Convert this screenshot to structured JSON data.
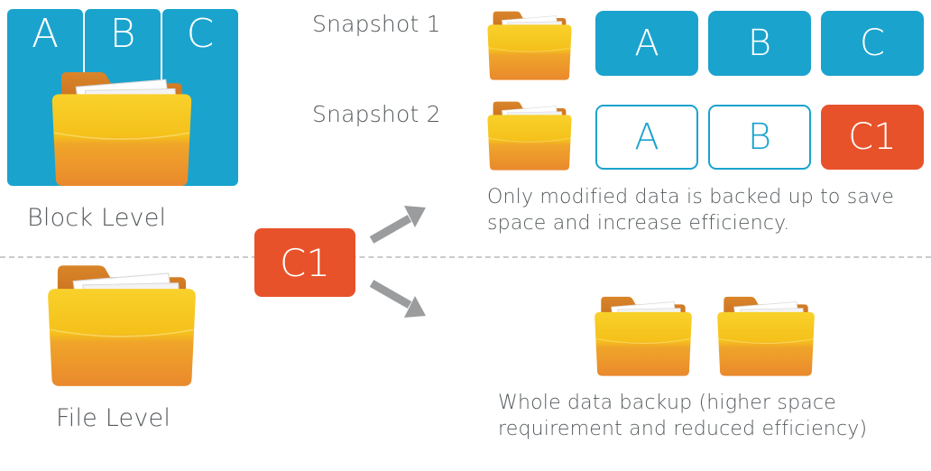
{
  "block_level": {
    "columns": [
      "A",
      "B",
      "C"
    ],
    "label": "Block Level"
  },
  "file_level": {
    "label": "File Level"
  },
  "modified_block": "C1",
  "snapshots": [
    {
      "label": "Snapshot 1",
      "blocks": [
        "A",
        "B",
        "C"
      ],
      "styles": [
        "filled",
        "filled",
        "filled"
      ]
    },
    {
      "label": "Snapshot 2",
      "blocks": [
        "A",
        "B",
        "C1"
      ],
      "styles": [
        "outline",
        "outline",
        "changed"
      ]
    }
  ],
  "block_note": "Only modified data is backed up to save space and increase efficiency.",
  "file_note": "Whole data backup (higher space requirement and reduced efficiency)",
  "colors": {
    "block_blue": "#1aa3cd",
    "changed_orange": "#e8522a",
    "folder_yellow": "#f5c11b",
    "folder_orange": "#e9892d",
    "arrow_gray": "#9a9c9e",
    "divider_gray": "#c8cbcd"
  },
  "icons": [
    "folder-icon",
    "arrow-up-right-icon",
    "arrow-down-right-icon"
  ]
}
